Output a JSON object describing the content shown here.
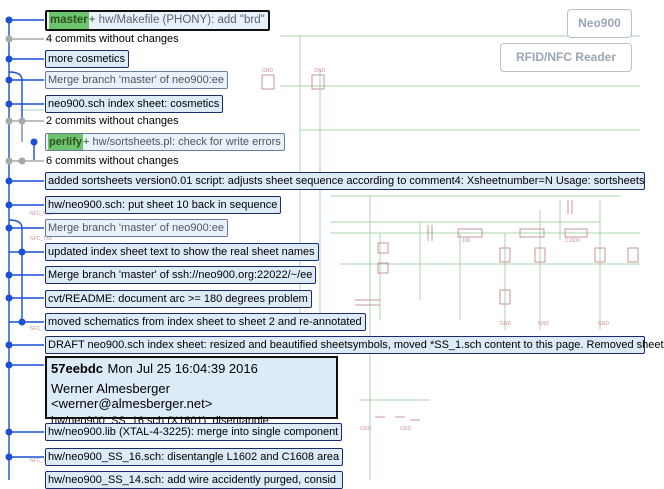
{
  "colors": {
    "graph_line": "#1a4fd6",
    "graph_faded": "#a8a8a8",
    "box_bg": "#ddeaf8",
    "branch_green": "#6cc46c"
  },
  "title_block": {
    "project": "Neo900",
    "board": "RFID/NFC Reader"
  },
  "commits": [
    {
      "branch": "master",
      "arrow": "+",
      "text": "hw/Makefile (PHONY): add \"brd\""
    },
    {
      "plain": "4 commits without changes"
    },
    {
      "text": "more cosmetics"
    },
    {
      "text": "Merge branch 'master' of neo900:ee"
    },
    {
      "text": "neo900.sch index sheet: cosmetics"
    },
    {
      "plain": "2 commits without changes"
    },
    {
      "branch": "perlify",
      "arrow": "+",
      "text": "hw/sortsheets.pl: check for write errors"
    },
    {
      "plain": "6 commits without changes"
    },
    {
      "text": "added sortsheets version0.01 script: adjusts sheet sequence according to comment4: Xsheetnumber=N Usage: sortsheets"
    },
    {
      "text": "hw/neo900.sch: put sheet 10 back in sequence"
    },
    {
      "text": "Merge branch 'master' of neo900:ee"
    },
    {
      "text": "updated index sheet text to show the real sheet names"
    },
    {
      "text": "Merge branch 'master' of ssh://neo900.org:22022/~/ee"
    },
    {
      "text": "cvt/README: document arc >= 180 degrees problem"
    },
    {
      "text": "moved schematics from index sheet to sheet 2 and re-annotated"
    },
    {
      "text": "DRAFT neo900.sch index sheet: resized and beautified sheetsymbols, moved *SS_1.sch content to this page. Removed sheet"
    }
  ],
  "selected": {
    "hash": "57eebdc",
    "date": "Mon Jul 25 16:04:39 2016",
    "author": "Werner Almesberger <werner@almesberger.net>",
    "message": "hw/neo900_SS_16.sch (X1601): disentangle"
  },
  "commits_after": [
    {
      "text": "hw/neo900.lib (XTAL-4-3225): merge into single component"
    },
    {
      "text": "hw/neo900_SS_16.sch: disentangle L1602 and C1608 area"
    },
    {
      "text": "hw/neo900_SS_14.sch: add wire accidently purged, consid"
    }
  ]
}
